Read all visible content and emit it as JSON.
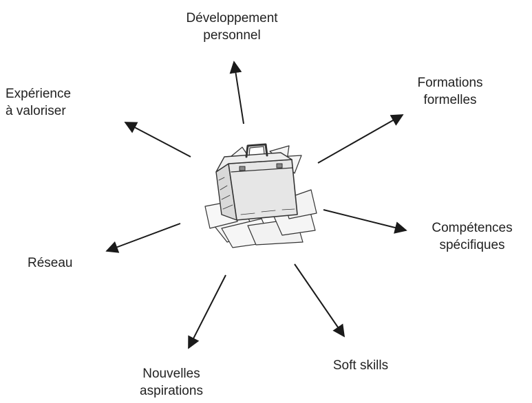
{
  "diagram": {
    "center": {
      "icon": "briefcase-with-papers-icon"
    },
    "branches": [
      {
        "id": "developpement",
        "lines": [
          "Développement",
          "personnel"
        ]
      },
      {
        "id": "formations",
        "lines": [
          "Formations",
          "formelles"
        ]
      },
      {
        "id": "competences",
        "lines": [
          "Compétences",
          "spécifiques"
        ]
      },
      {
        "id": "soft-skills",
        "lines": [
          "Soft skills"
        ]
      },
      {
        "id": "aspirations",
        "lines": [
          "Nouvelles",
          "aspirations"
        ]
      },
      {
        "id": "reseau",
        "lines": [
          "Réseau"
        ]
      },
      {
        "id": "experience",
        "lines": [
          "Expérience",
          "à valoriser"
        ]
      }
    ],
    "colors": {
      "arrow": "#1a1a1a",
      "text": "#222222"
    }
  }
}
